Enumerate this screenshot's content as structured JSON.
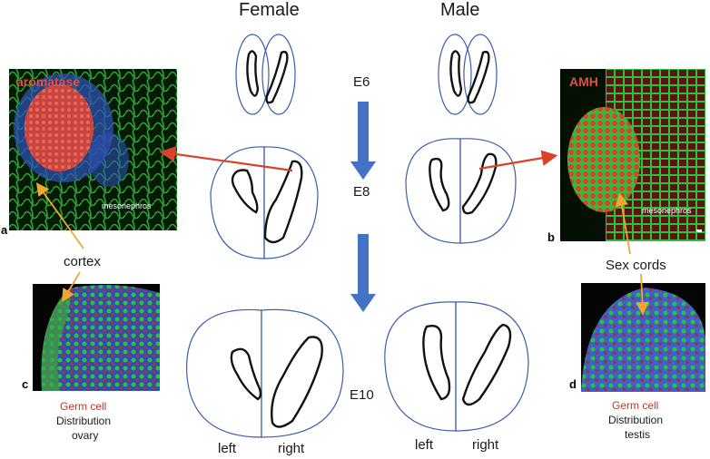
{
  "headers": {
    "female": "Female",
    "male": "Male"
  },
  "stages": [
    "E6",
    "E8",
    "E10"
  ],
  "sides": {
    "left": "left",
    "right": "right"
  },
  "panels": {
    "a": {
      "letter": "a",
      "marker": "aromatase",
      "tissue": "mesonephros"
    },
    "b": {
      "letter": "b",
      "marker": "AMH",
      "tissue": "mesonephros"
    },
    "c": {
      "letter": "c"
    },
    "d": {
      "letter": "d"
    }
  },
  "annotations": {
    "cortex": "cortex",
    "sex_cords": "Sex cords"
  },
  "captions": {
    "ovary": {
      "line1": "Germ cell",
      "line2": "Distribution",
      "line3": "ovary"
    },
    "testis": {
      "line1": "Germ cell",
      "line2": "Distribution",
      "line3": "testis"
    }
  },
  "colors": {
    "outline_blue": "#3b5fa8",
    "arrow_blue": "#4472c4",
    "arrow_red": "#d9422b",
    "arrow_orange": "#f0a830",
    "caption_red": "#c0392b",
    "stain_green": "#2fbf3a",
    "stain_red": "#e0504a",
    "stain_blue": "#3b62c9"
  }
}
